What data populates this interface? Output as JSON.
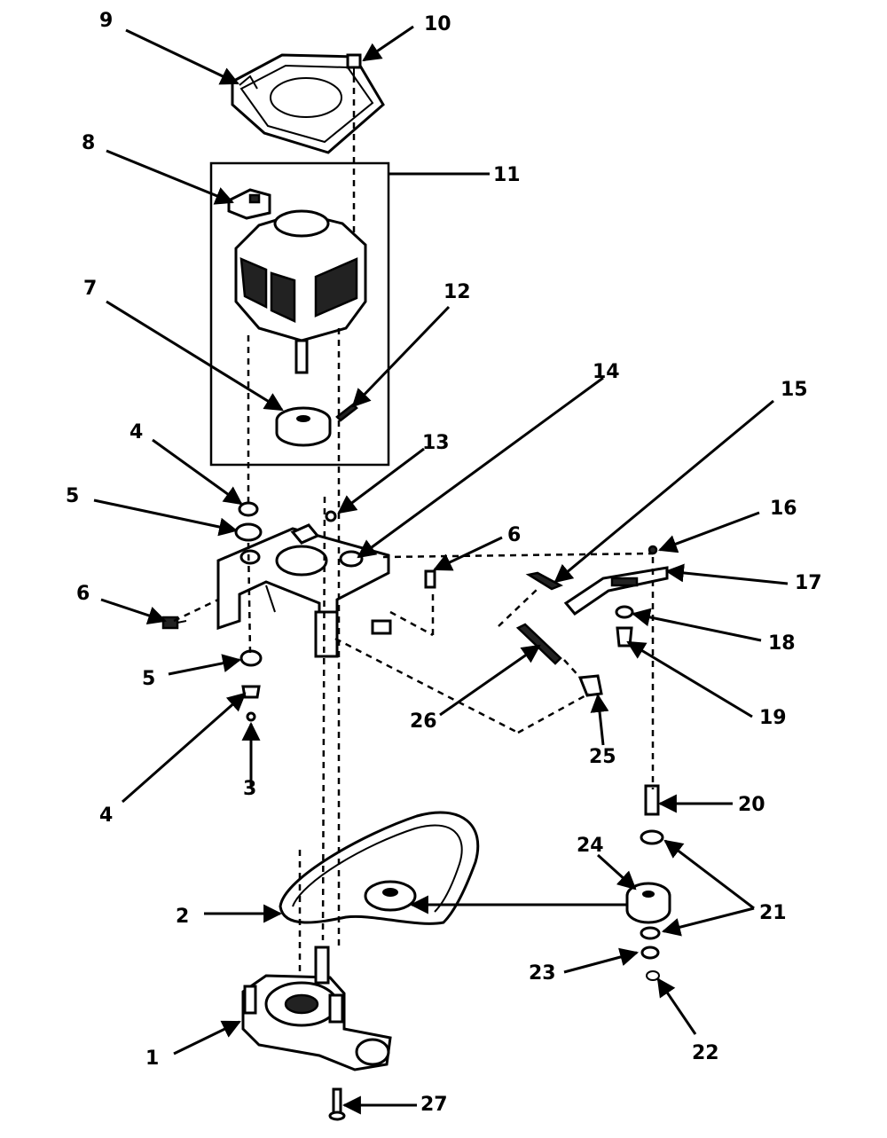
{
  "callouts": {
    "c1": "1",
    "c2": "2",
    "c3": "3",
    "c4a": "4",
    "c4b": "4",
    "c5a": "5",
    "c5b": "5",
    "c6a": "6",
    "c6b": "6",
    "c7": "7",
    "c8": "8",
    "c9": "9",
    "c10": "10",
    "c11": "11",
    "c12": "12",
    "c13": "13",
    "c14": "14",
    "c15": "15",
    "c16": "16",
    "c17": "17",
    "c18": "18",
    "c19": "19",
    "c20": "20",
    "c21": "21",
    "c22": "22",
    "c23": "23",
    "c24": "24",
    "c25": "25",
    "c26": "26",
    "c27": "27"
  }
}
